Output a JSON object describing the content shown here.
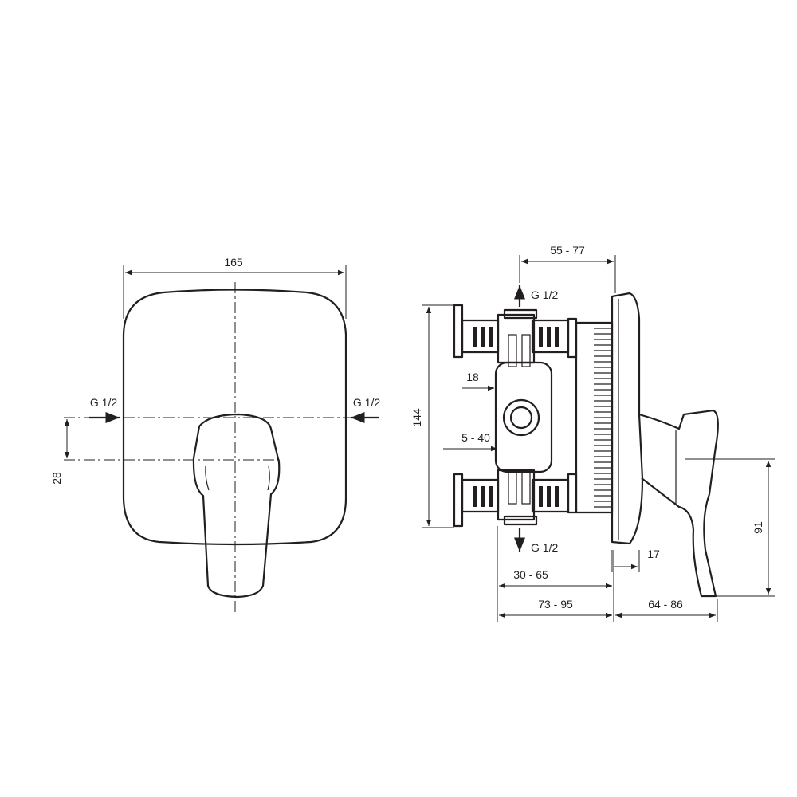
{
  "labels": {
    "front_width": "165",
    "front_offset": "28",
    "front_inlet_left": "G 1/2",
    "front_inlet_right": "G 1/2",
    "side_depth_top": "55 - 77",
    "side_outlet_top": "G 1/2",
    "side_outlet_bottom": "G 1/2",
    "side_height": "144",
    "side_port": "18",
    "side_range": "5 - 40",
    "side_plate": "17",
    "side_height_lever": "91",
    "side_body": "30 - 65",
    "side_total": "73 - 95",
    "side_lever": "64 - 86"
  }
}
